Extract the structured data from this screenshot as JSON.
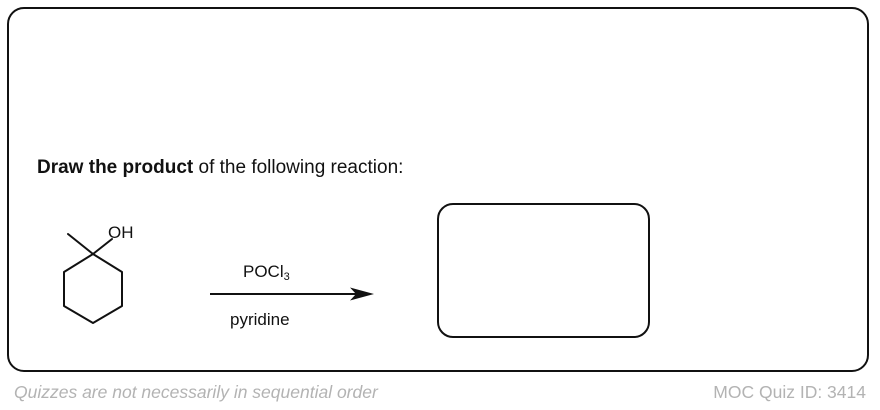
{
  "question": {
    "prompt_bold": "Draw the product",
    "prompt_rest": " of the following reaction:"
  },
  "reactant": {
    "substituent_label": "OH"
  },
  "reagents": {
    "above_arrow_main": "POCl",
    "above_arrow_subscript": "3",
    "below_arrow": "pyridine"
  },
  "footer": {
    "disclaimer": "Quizzes are not necessarily in sequential order",
    "quiz_id": "MOC Quiz ID: 3414"
  }
}
